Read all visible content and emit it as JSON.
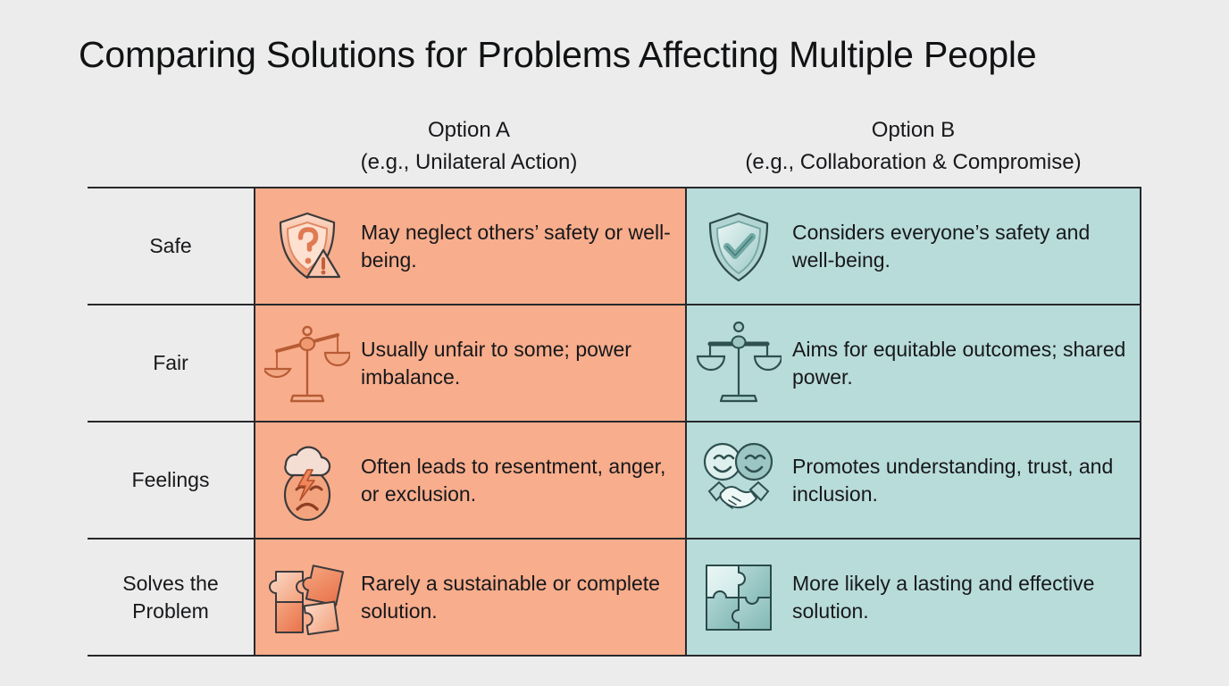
{
  "page": {
    "background_color": "#ececec",
    "title": "Comparing Solutions for Problems Affecting Multiple People"
  },
  "columns": {
    "label_column_header": "",
    "option_a": {
      "name": "Option A",
      "example": "(e.g., Unilateral Action)",
      "cell_color": "#f8ad8c"
    },
    "option_b": {
      "name": "Option B",
      "example": "(e.g., Collaboration & Compromise)",
      "cell_color": "#b8dcda"
    }
  },
  "rows": [
    {
      "label": "Safe",
      "a": {
        "icon": "shield-question-warning-icon",
        "text": "May neglect others’ safety or well-being."
      },
      "b": {
        "icon": "shield-check-icon",
        "text": "Considers everyone’s safety and well-being."
      }
    },
    {
      "label": "Fair",
      "a": {
        "icon": "unbalanced-scales-icon",
        "text": "Usually unfair to some; power imbalance."
      },
      "b": {
        "icon": "balanced-scales-icon",
        "text": "Aims for equitable outcomes; shared power."
      }
    },
    {
      "label": "Feelings",
      "a": {
        "icon": "sad-face-storm-cloud-icon",
        "text": "Often leads to resentment, anger, or exclusion."
      },
      "b": {
        "icon": "two-smiling-faces-handshake-icon",
        "text": "Promotes understanding, trust, and inclusion."
      }
    },
    {
      "label": "Solves the Problem",
      "a": {
        "icon": "mismatched-puzzle-pieces-icon",
        "text": "Rarely a sustainable or complete solution."
      },
      "b": {
        "icon": "complete-puzzle-icon",
        "text": "More likely a lasting and effective solution."
      }
    }
  ]
}
